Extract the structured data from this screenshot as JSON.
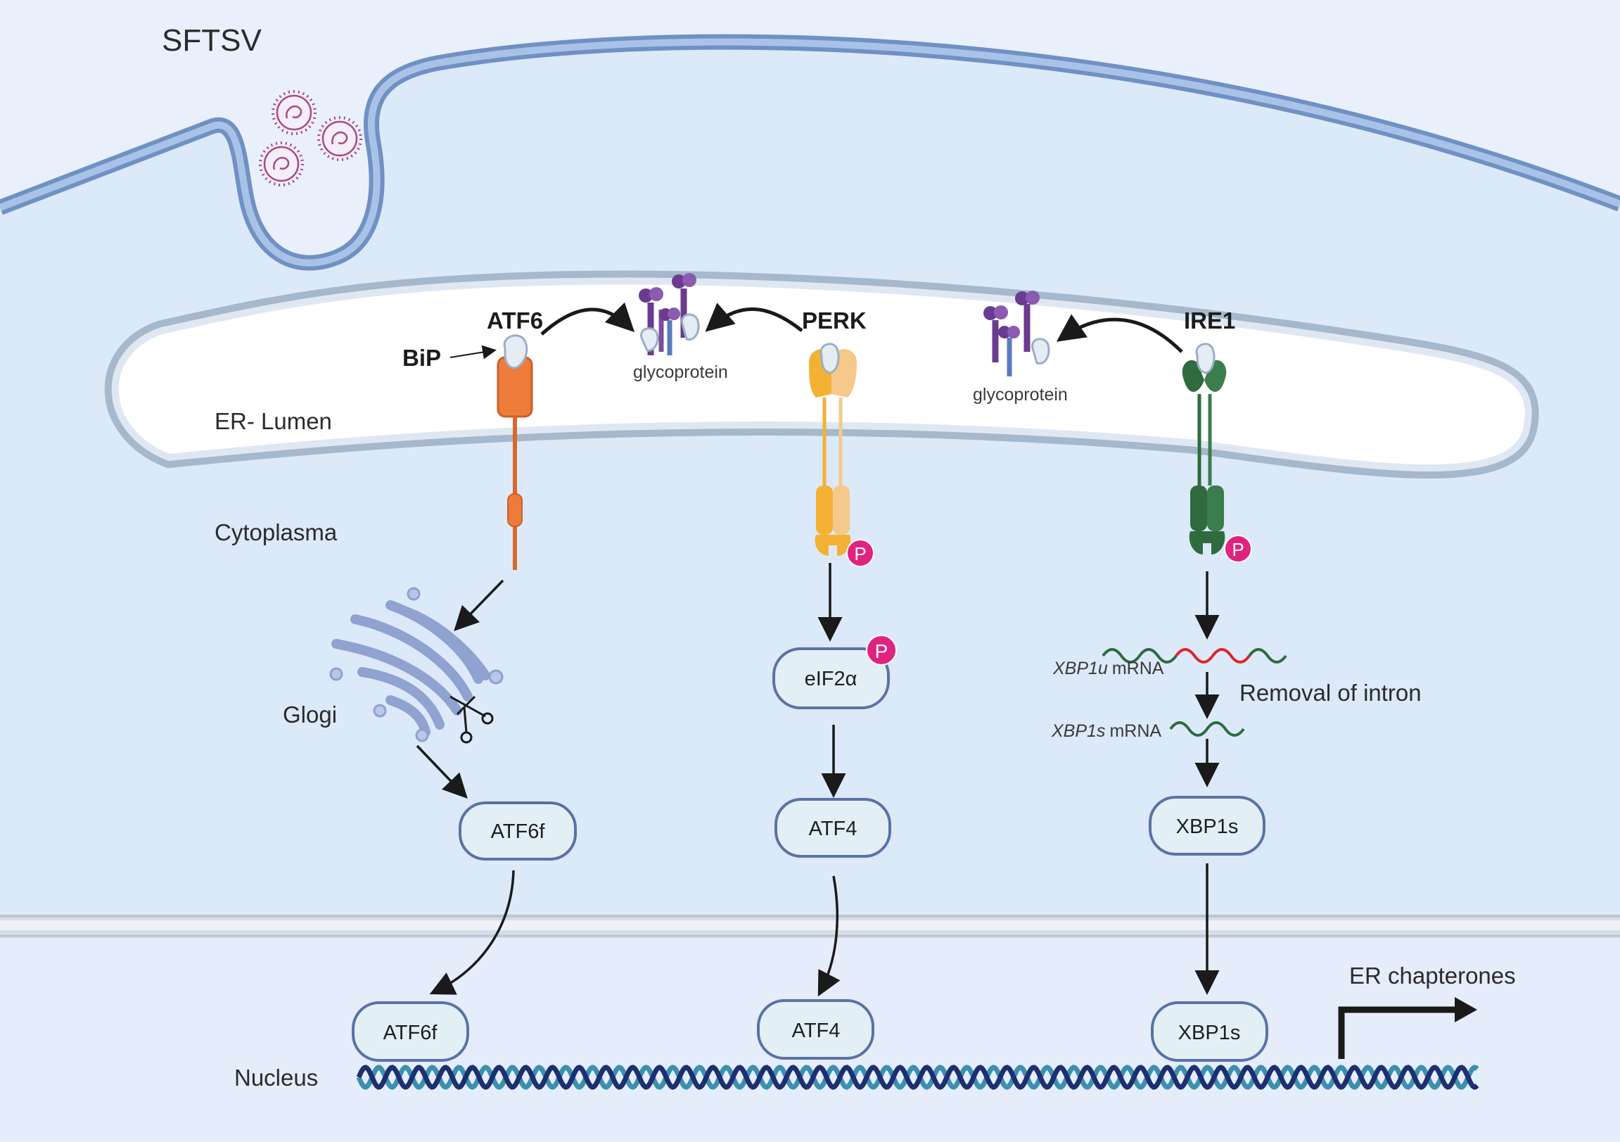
{
  "labels": {
    "virus": "SFTSV",
    "er_lumen": "ER- Lumen",
    "cytoplasm": "Cytoplasma",
    "golgi": "Glogi",
    "nucleus": "Nucleus",
    "bip": "BiP",
    "atf6": "ATF6",
    "perk": "PERK",
    "ire1": "IRE1",
    "glycoprotein_1": "glycoprotein",
    "glycoprotein_2": "glycoprotein",
    "xbp1u_gene": "XBP1u",
    "xbp1u_suffix": "mRNA",
    "xbp1s_gene": "XBP1s",
    "xbp1s_suffix": "mRNA",
    "intron_removal": "Removal of  intron",
    "er_chaperones": "ER chapterones",
    "phospho": "P"
  },
  "nodes": {
    "atf6f_cyto": "ATF6f",
    "eif2a": "eIF2α",
    "atf4_cyto": "ATF4",
    "xbp1s_cyto": "XBP1s",
    "atf6f_nuc": "ATF6f",
    "atf4_nuc": "ATF4",
    "xbp1s_nuc": "XBP1s"
  },
  "colors": {
    "cell_fill": "#dce9f8",
    "membrane": "#8fb0dc",
    "er_membrane": "#aebdce",
    "atf6": "#ee7b3a",
    "perk": "#f3b234",
    "ire1": "#2f6b3e",
    "phospho": "#e0237e",
    "glycoprotein": "#6a3b8f",
    "pill_fill": "#e2f0f6",
    "pill_stroke": "#5a72a6",
    "dna_dark": "#1d2f6e",
    "dna_light": "#3d8fb0",
    "mrna_green": "#2f6b3e",
    "mrna_red": "#e0242c"
  }
}
